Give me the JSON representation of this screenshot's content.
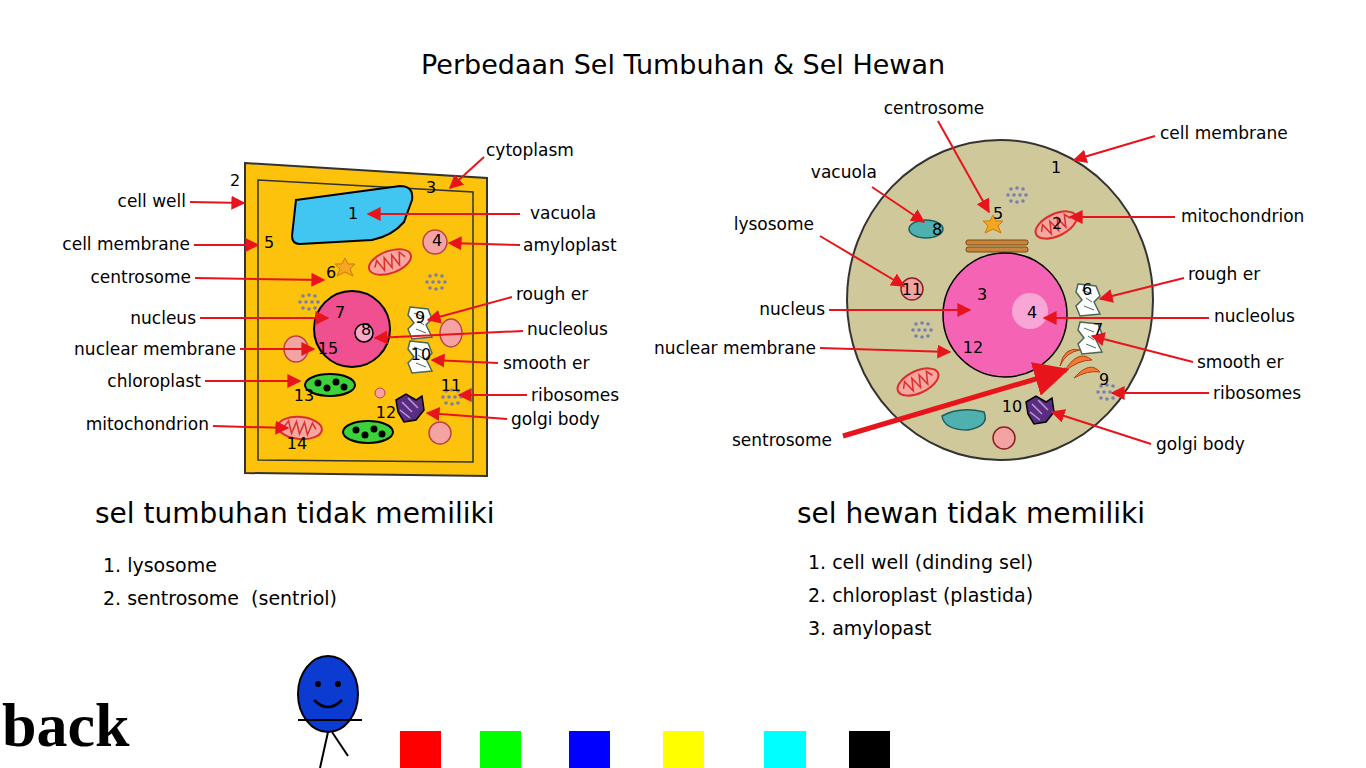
{
  "diagram": {
    "title": "Perbedaan Sel Tumbuhan & Sel Hewan",
    "labels": [
      "cytoplasm",
      "2",
      "3",
      "cell well",
      "1",
      "vacuola",
      "4",
      "amyloplast",
      "cell membrane",
      "5",
      "centrosome",
      "6",
      "rough er",
      "nucleus",
      "7",
      "9",
      "nucleolus",
      "8",
      "nuclear membrane",
      "15",
      "10",
      "smooth er",
      "chloroplast",
      "13",
      "11",
      "ribosomes",
      "12",
      "golgi body",
      "mitochondrion",
      "14",
      "centrosome",
      "cell membrane",
      "1",
      "vacuola",
      "5",
      "mitochondrion",
      "8",
      "2",
      "lysosome",
      "rough er",
      "6",
      "3",
      "11",
      "nucleus",
      "nucleolus",
      "4",
      "nuclear membrane",
      "12",
      "7",
      "smooth er",
      "9",
      "ribosomes",
      "10",
      "sentrosome",
      "golgi body",
      "sel tumbuhan tidak memiliki",
      "1. lysosome",
      "2. sentrosome  (sentriol)",
      "sel hewan tidak memiliki",
      "1. cell well (dinding sel)",
      "2. chloroplast (plastida)",
      "3. amylopast",
      "back"
    ]
  }
}
